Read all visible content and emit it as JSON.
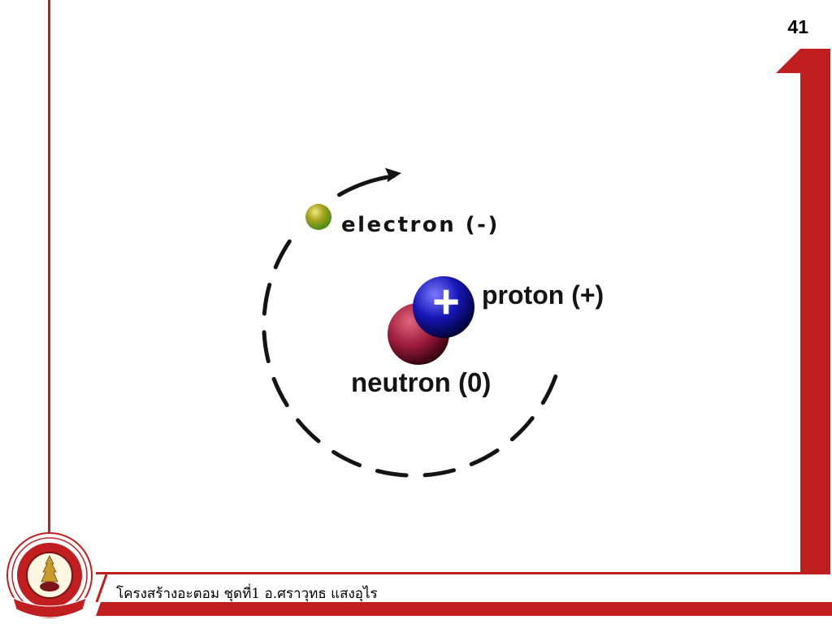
{
  "slide": {
    "page_number": "41",
    "footer_text": "โครงสร้างอะตอม ชุดที่1 อ.ศราวุทธ แสงอุไร"
  },
  "diagram": {
    "electron_label": "electron (-)",
    "proton_label": "proton (+)",
    "proton_symbol": "+",
    "neutron_label": "neutron (0)"
  },
  "icons": {
    "logo": "school-seal-logo",
    "orbit_arrow": "arrow-icon"
  },
  "colors": {
    "accent_red": "#c11f1f",
    "electron": "#a8a21e",
    "proton": "#1616b8",
    "neutron": "#a11d3e",
    "text": "#141414"
  }
}
